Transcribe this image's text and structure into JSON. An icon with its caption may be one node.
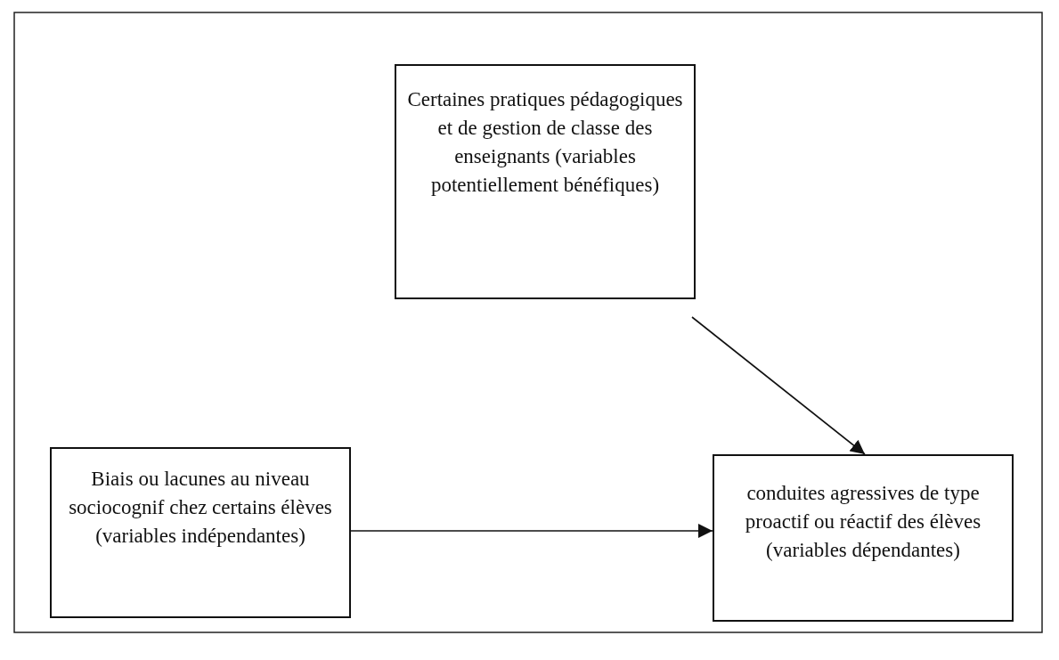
{
  "diagram": {
    "nodes": [
      {
        "text": [
          "Certaines pratiques pédagogiques et de gestion de classe des enseignants (variables potentiellement bénéfiques)"
        ]
      },
      {
        "text": [
          "Biais ou lacunes au niveau sociocognif chez certains élèves (variables indépendantes)"
        ]
      },
      {
        "text": [
          "conduites agressives de type proactif ou réactif des élèves (variables dépendantes)"
        ]
      }
    ],
    "edges": [
      {
        "from": 1,
        "to": 2,
        "arrow": "to"
      },
      {
        "from": 0,
        "to": 2,
        "arrow": "to"
      }
    ]
  }
}
